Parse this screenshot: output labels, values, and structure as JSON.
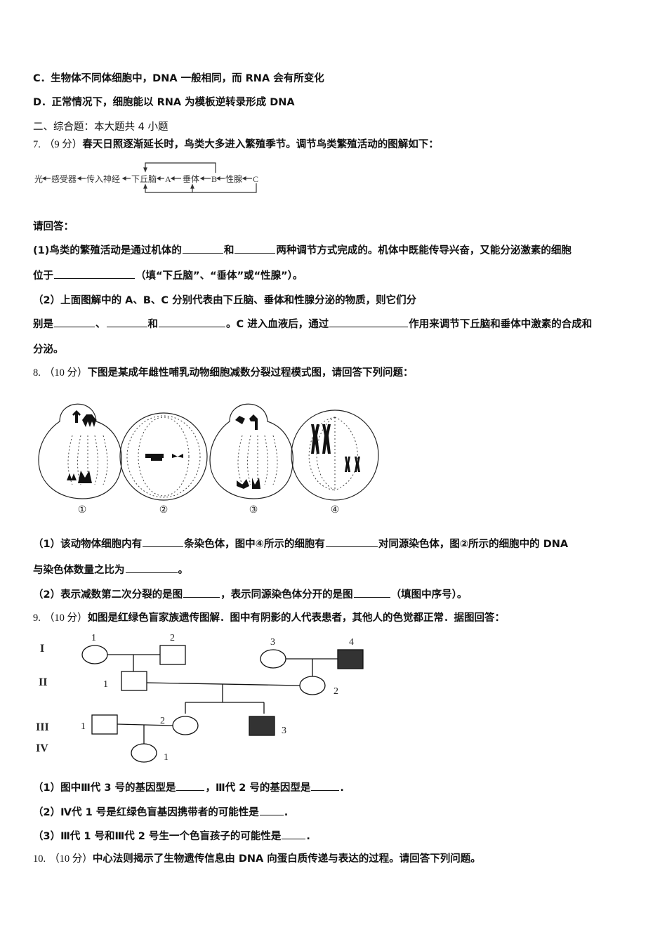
{
  "options": {
    "C": {
      "label": "C．",
      "text": "生物体不同体细胞中，DNA 一般相同，而 RNA 会有所变化"
    },
    "D": {
      "label": "D．",
      "text": "正常情况下，细胞能以 RNA 为模板逆转录形成 DNA"
    }
  },
  "section": {
    "title": "二、综合题：本大题共 4 小题"
  },
  "q7": {
    "number": "7.",
    "score": "（9 分）",
    "stem": "春天日照逐渐延长时，鸟类大多进入繁殖季节。调节鸟类繁殖活动的图解如下：",
    "diagram": {
      "nodes": [
        "光",
        "感受器",
        "传入神经",
        "下丘脑",
        "A",
        "垂体",
        "B",
        "性腺",
        "C"
      ],
      "feedback": [
        "B → 下丘脑",
        "C → 下丘脑",
        "C → 垂体"
      ]
    },
    "prompt": "请回答：",
    "p1": {
      "part1": "(1)鸟类的繁殖活动是通过机体的",
      "and": "和",
      "part2": "两种调节方式完成的。机体中既能传导兴奋，又能分泌激素的细胞",
      "part3": "位于",
      "part4": "（填“下丘脑”、“垂体”或“性腺”）。"
    },
    "p2": {
      "line1": "（2）上面图解中的 A、B、C 分别代表由下丘脑、垂体和性腺分泌的物质，则它们分",
      "part1": "别是",
      "sep1": "、",
      "and": "和",
      "part2": "。C 进入血液后，通过",
      "part3": "作用来调节下丘脑和垂体中激素的合成和",
      "line3": "分泌。"
    }
  },
  "q8": {
    "number": "8.",
    "score": "（10 分）",
    "stem": "下图是某成年雌性哺乳动物细胞减数分裂过程模式图，请回答下列问题：",
    "figure_labels": [
      "①",
      "②",
      "③",
      "④"
    ],
    "p1": {
      "part1": "（1）该动物体细胞内有",
      "part2": "条染色体，图中④所示的细胞有",
      "part3": "对同源染色体，图②所示的细胞中的 DNA",
      "part4": "与染色体数量之比为",
      "part5": "。"
    },
    "p2": {
      "part1": "（2）表示减数第二次分裂的是图",
      "part2": "，表示同源染色体分开的是图",
      "part3": "（填图中序号）。"
    }
  },
  "q9": {
    "number": "9.",
    "score": "（10 分）",
    "stem": "如图是红绿色盲家族遗传图解．图中有阴影的人代表患者，其他人的色觉都正常．据图回答：",
    "pedigree": {
      "generations": [
        "I",
        "II",
        "III",
        "IV"
      ],
      "I": [
        {
          "id": "1",
          "sex": "female",
          "affected": false
        },
        {
          "id": "2",
          "sex": "male",
          "affected": false
        },
        {
          "id": "3",
          "sex": "female",
          "affected": false
        },
        {
          "id": "4",
          "sex": "male",
          "affected": true
        }
      ],
      "II": [
        {
          "id": "1",
          "sex": "male",
          "affected": false
        },
        {
          "id": "2",
          "sex": "female",
          "affected": false
        }
      ],
      "III": [
        {
          "id": "1",
          "sex": "male",
          "affected": false
        },
        {
          "id": "2",
          "sex": "female",
          "affected": false
        },
        {
          "id": "3",
          "sex": "male",
          "affected": true
        }
      ],
      "IV": [
        {
          "id": "1",
          "sex": "female",
          "affected": false
        }
      ]
    },
    "p1": {
      "part1": "（1）图中Ⅲ代 3 号的基因型是",
      "part2": "，Ⅲ代 2 号的基因型是",
      "part3": "."
    },
    "p2": {
      "part1": "（2）Ⅳ代 1 号是红绿色盲基因携带者的可能性是",
      "part2": "."
    },
    "p3": {
      "part1": "（3）Ⅲ代 1 号和Ⅲ代 2 号生一个色盲孩子的可能性是",
      "part2": "."
    }
  },
  "q10": {
    "number": "10.",
    "score": "（10 分）",
    "stem": "中心法则揭示了生物遗传信息由 DNA 向蛋白质传递与表达的过程。请回答下列问题。"
  }
}
